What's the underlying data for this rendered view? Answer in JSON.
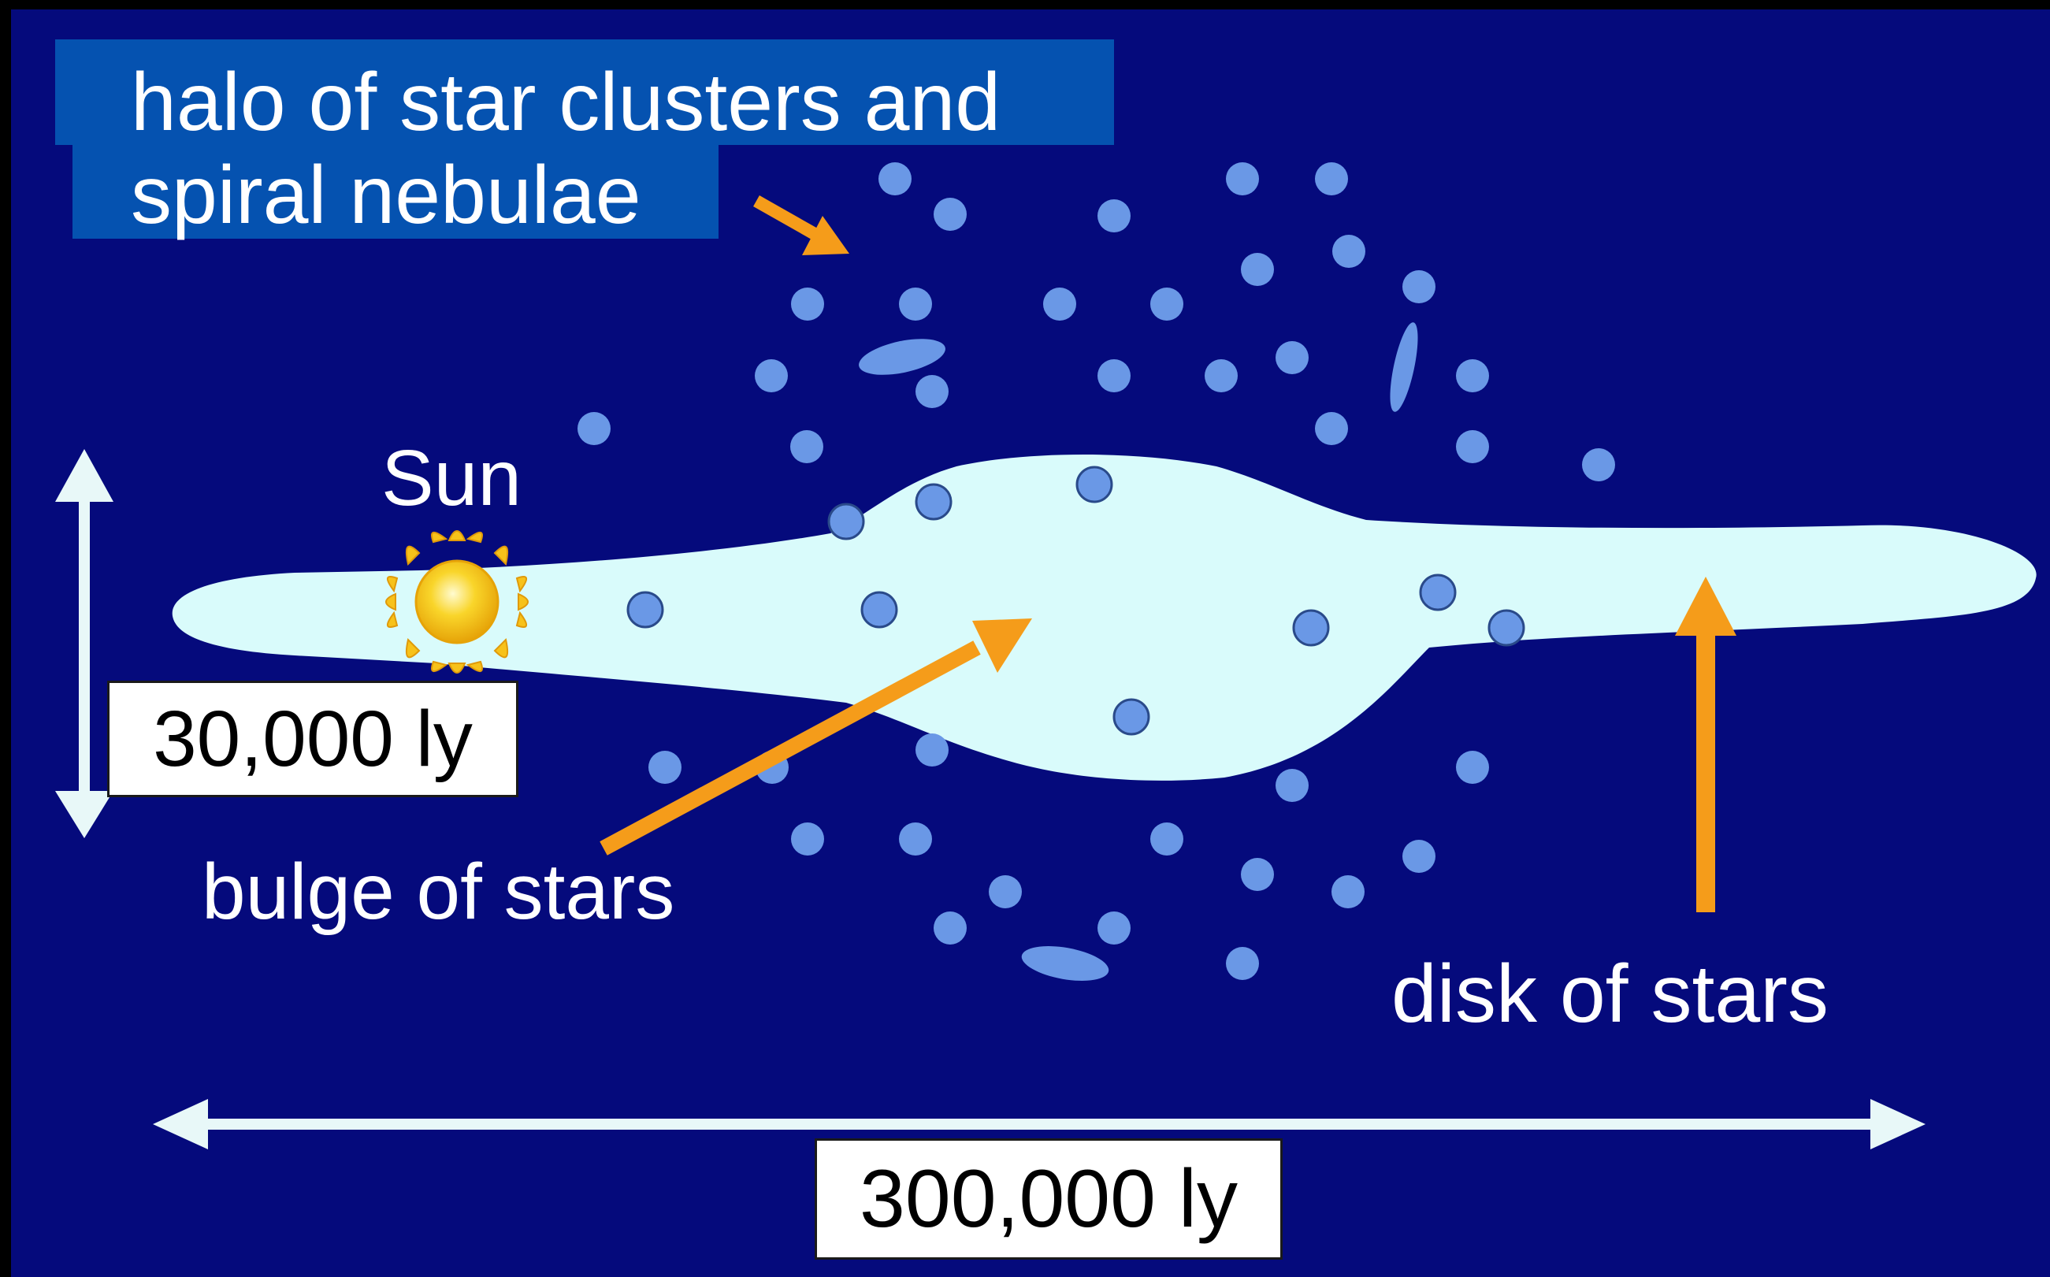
{
  "labels": {
    "halo_line1": "halo of star clusters and",
    "halo_line2": "spiral nebulae",
    "sun": "Sun",
    "bulge": "bulge of stars",
    "disk": "disk of stars",
    "height_scale": "30,000 ly",
    "width_scale": "300,000 ly"
  },
  "colors": {
    "background": "#050a7c",
    "disk": "#d9fbfb",
    "cluster": "#6a98e6",
    "arrow_orange": "#f59c1a",
    "scale_arrow": "#e8f8f8",
    "halo_box": "#0552b0",
    "sun": "#f7c21a"
  },
  "icons": {
    "sun": "sun-icon"
  }
}
